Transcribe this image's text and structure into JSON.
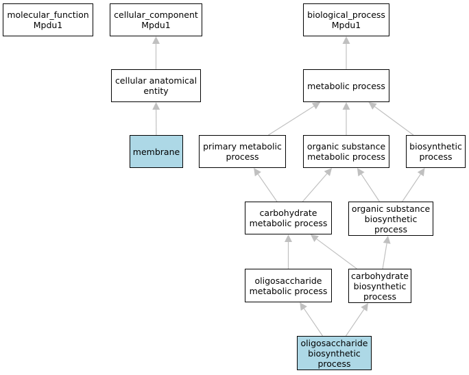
{
  "colors": {
    "highlight_fill": "#add8e6",
    "node_fill": "#ffffff",
    "node_border": "#000000",
    "edge": "#c0c0c0"
  },
  "nodes": {
    "molecular_function": {
      "label": "molecular_function\nMpdu1",
      "highlighted": false
    },
    "cellular_component": {
      "label": "cellular_component\nMpdu1",
      "highlighted": false
    },
    "biological_process": {
      "label": "biological_process\nMpdu1",
      "highlighted": false
    },
    "cellular_anatomical_entity": {
      "label": "cellular anatomical\nentity",
      "highlighted": false
    },
    "metabolic_process": {
      "label": "metabolic process",
      "highlighted": false
    },
    "membrane": {
      "label": "membrane",
      "highlighted": true
    },
    "primary_metabolic_process": {
      "label": "primary metabolic\nprocess",
      "highlighted": false
    },
    "organic_substance_metabolic_process": {
      "label": "organic substance\nmetabolic process",
      "highlighted": false
    },
    "biosynthetic_process": {
      "label": "biosynthetic\nprocess",
      "highlighted": false
    },
    "carbohydrate_metabolic_process": {
      "label": "carbohydrate\nmetabolic process",
      "highlighted": false
    },
    "organic_substance_biosynthetic_process": {
      "label": "organic substance\nbiosynthetic\nprocess",
      "highlighted": false
    },
    "oligosaccharide_metabolic_process": {
      "label": "oligosaccharide\nmetabolic process",
      "highlighted": false
    },
    "carbohydrate_biosynthetic_process": {
      "label": "carbohydrate\nbiosynthetic\nprocess",
      "highlighted": false
    },
    "oligosaccharide_biosynthetic_process": {
      "label": "oligosaccharide\nbiosynthetic\nprocess",
      "highlighted": true
    }
  },
  "edges": [
    {
      "from": "cellular_anatomical_entity",
      "to": "cellular_component"
    },
    {
      "from": "membrane",
      "to": "cellular_anatomical_entity"
    },
    {
      "from": "metabolic_process",
      "to": "biological_process"
    },
    {
      "from": "primary_metabolic_process",
      "to": "metabolic_process"
    },
    {
      "from": "organic_substance_metabolic_process",
      "to": "metabolic_process"
    },
    {
      "from": "biosynthetic_process",
      "to": "metabolic_process"
    },
    {
      "from": "carbohydrate_metabolic_process",
      "to": "primary_metabolic_process"
    },
    {
      "from": "carbohydrate_metabolic_process",
      "to": "organic_substance_metabolic_process"
    },
    {
      "from": "organic_substance_biosynthetic_process",
      "to": "organic_substance_metabolic_process"
    },
    {
      "from": "organic_substance_biosynthetic_process",
      "to": "biosynthetic_process"
    },
    {
      "from": "oligosaccharide_metabolic_process",
      "to": "carbohydrate_metabolic_process"
    },
    {
      "from": "carbohydrate_biosynthetic_process",
      "to": "carbohydrate_metabolic_process"
    },
    {
      "from": "carbohydrate_biosynthetic_process",
      "to": "organic_substance_biosynthetic_process"
    },
    {
      "from": "oligosaccharide_biosynthetic_process",
      "to": "oligosaccharide_metabolic_process"
    },
    {
      "from": "oligosaccharide_biosynthetic_process",
      "to": "carbohydrate_biosynthetic_process"
    }
  ]
}
